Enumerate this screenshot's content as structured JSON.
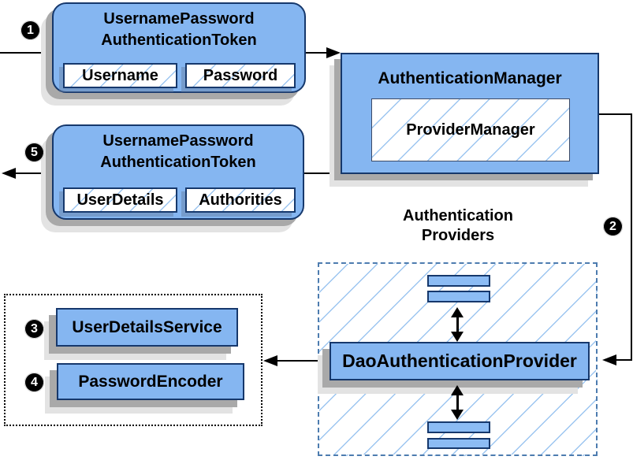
{
  "diagram": {
    "request_token": {
      "title": [
        "UsernamePassword",
        "AuthenticationToken"
      ],
      "fields": [
        "Username",
        "Password"
      ]
    },
    "authentication_manager": {
      "title": "AuthenticationManager",
      "inner": "ProviderManager"
    },
    "response_token": {
      "title": [
        "UsernamePassword",
        "AuthenticationToken"
      ],
      "fields": [
        "UserDetails",
        "Authorities"
      ]
    },
    "authentication_providers_label": [
      "Authentication",
      "Providers"
    ],
    "dao_authentication_provider": "DaoAuthenticationProvider",
    "user_details_service": "UserDetailsService",
    "password_encoder": "PasswordEncoder",
    "step_numbers": [
      "1",
      "2",
      "3",
      "4",
      "5"
    ]
  },
  "colors": {
    "node_fill": "#85b6f1",
    "node_border": "#16386c",
    "bar_fill": "#8cbcf4",
    "hatch_line": "#9cc5f0",
    "dashed_border": "#4d7caf",
    "shadow_dark": "#a9a9a9",
    "shadow_light": "#e3e3e3",
    "line_color": "#000000"
  }
}
